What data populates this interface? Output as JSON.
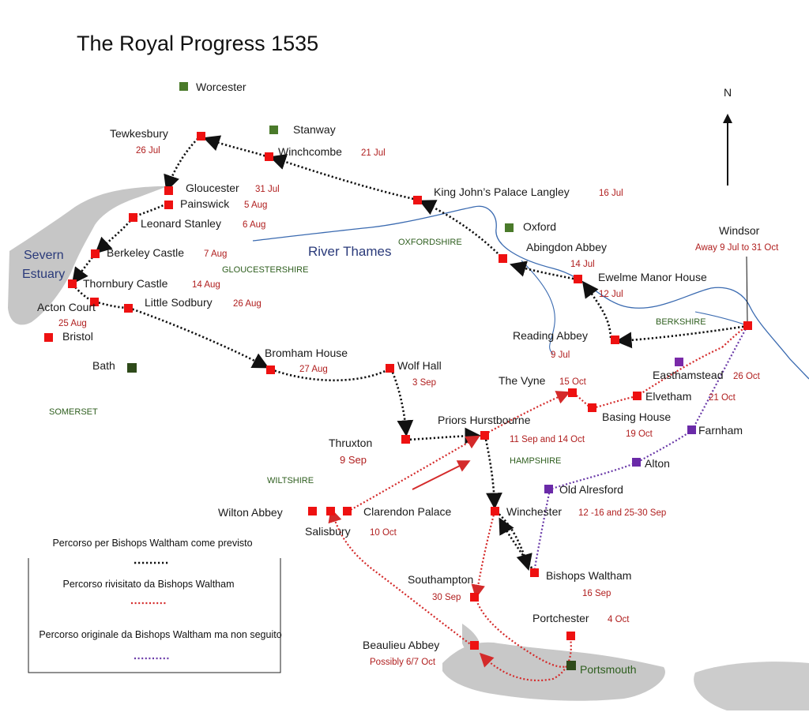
{
  "title": "The Royal Progress 1535",
  "north_label": "N",
  "river_label": "River Thames",
  "estuary_label_line1": "Severn",
  "estuary_label_line2": "Estuary",
  "colors": {
    "route_planned": "#111111",
    "route_revised": "#d42a2a",
    "route_unused": "#6a3aa8",
    "stop_marker": "#ee1111",
    "town_marker": "#4a7a2a",
    "unused_marker": "#6a2aa8",
    "date_text": "#b01e1e",
    "county_text": "#2e5e1e",
    "river": "#3a6ab0",
    "land_shade": "#c8c8c8"
  },
  "counties": [
    {
      "id": "oxfordshire",
      "label": "OXFORDSHIRE"
    },
    {
      "id": "gloucestershire",
      "label": "GLOUCESTERSHIRE"
    },
    {
      "id": "berkshire",
      "label": "BERKSHIRE"
    },
    {
      "id": "somerset",
      "label": "SOMERSET"
    },
    {
      "id": "hampshire",
      "label": "HAMPSHIRE"
    },
    {
      "id": "wiltshire",
      "label": "WILTSHIRE"
    }
  ],
  "towns": [
    {
      "id": "worcester",
      "name": "Worcester"
    },
    {
      "id": "stanway",
      "name": "Stanway"
    },
    {
      "id": "oxford",
      "name": "Oxford"
    },
    {
      "id": "bath",
      "name": "Bath"
    },
    {
      "id": "portsmouth",
      "name": "Portsmouth"
    }
  ],
  "stops": [
    {
      "id": "tewkesbury",
      "name": "Tewkesbury",
      "date": "26 Jul"
    },
    {
      "id": "winchcombe",
      "name": "Winchcombe",
      "date": "21 Jul"
    },
    {
      "id": "langley",
      "name": "King John’s Palace Langley",
      "date": "16 Jul"
    },
    {
      "id": "gloucester",
      "name": "Gloucester",
      "date": "31 Jul"
    },
    {
      "id": "painswick",
      "name": "Painswick",
      "date": "5 Aug"
    },
    {
      "id": "leonard-stanley",
      "name": "Leonard Stanley",
      "date": "6 Aug"
    },
    {
      "id": "berkeley-castle",
      "name": "Berkeley Castle",
      "date": "7 Aug"
    },
    {
      "id": "thornbury-castle",
      "name": "Thornbury Castle",
      "date": "14 Aug"
    },
    {
      "id": "acton-court",
      "name": "Acton Court",
      "date": "25 Aug"
    },
    {
      "id": "little-sodbury",
      "name": "Little Sodbury",
      "date": "26 Aug"
    },
    {
      "id": "bristol",
      "name": "Bristol",
      "date": ""
    },
    {
      "id": "abingdon-abbey",
      "name": "Abingdon Abbey",
      "date": "14 Jul"
    },
    {
      "id": "ewelme",
      "name": "Ewelme  Manor House",
      "date": "12 Jul"
    },
    {
      "id": "windsor",
      "name": "Windsor",
      "date": "Away 9 Jul to 31 Oct"
    },
    {
      "id": "reading-abbey",
      "name": "Reading Abbey",
      "date": "9 Jul"
    },
    {
      "id": "bromham-house",
      "name": "Bromham House",
      "date": "27 Aug"
    },
    {
      "id": "wolf-hall",
      "name": "Wolf Hall",
      "date": "3 Sep"
    },
    {
      "id": "easthamstead",
      "name": "Easthamstead",
      "date": "26 Oct"
    },
    {
      "id": "the-vyne",
      "name": "The Vyne",
      "date": "15 Oct"
    },
    {
      "id": "elvetham",
      "name": "Elvetham",
      "date": "21 Oct"
    },
    {
      "id": "basing-house",
      "name": "Basing House",
      "date": "19 Oct"
    },
    {
      "id": "priors-hurstbourne",
      "name": "Priors Hurstbourne",
      "date": "11 Sep and 14 Oct"
    },
    {
      "id": "thruxton",
      "name": "Thruxton",
      "date": "9 Sep"
    },
    {
      "id": "wilton-abbey",
      "name": "Wilton Abbey",
      "date": ""
    },
    {
      "id": "clarendon-palace",
      "name": "Clarendon Palace",
      "date": ""
    },
    {
      "id": "salisbury",
      "name": "Salisbury",
      "date": "10 Oct"
    },
    {
      "id": "winchester",
      "name": "Winchester",
      "date": "12 -16 and 25-30 Sep"
    },
    {
      "id": "bishops-waltham",
      "name": "Bishops Waltham",
      "date": "16 Sep"
    },
    {
      "id": "southampton",
      "name": "Southampton",
      "date": "30 Sep"
    },
    {
      "id": "portchester",
      "name": "Portchester",
      "date": "4 Oct"
    },
    {
      "id": "beaulieu-abbey",
      "name": "Beaulieu Abbey",
      "date": "Possibly 6/7 Oct"
    }
  ],
  "unused_stops": [
    {
      "id": "farnham",
      "name": "Farnham"
    },
    {
      "id": "alton",
      "name": "Alton"
    },
    {
      "id": "old-alresford",
      "name": "Old Alresford"
    }
  ],
  "legend": {
    "planned": "Percorso per Bishops Waltham come previsto",
    "revised": "Percorso rivisitato da Bishops Waltham",
    "unused": "Percorso originale da Bishops Waltham ma non seguito"
  }
}
